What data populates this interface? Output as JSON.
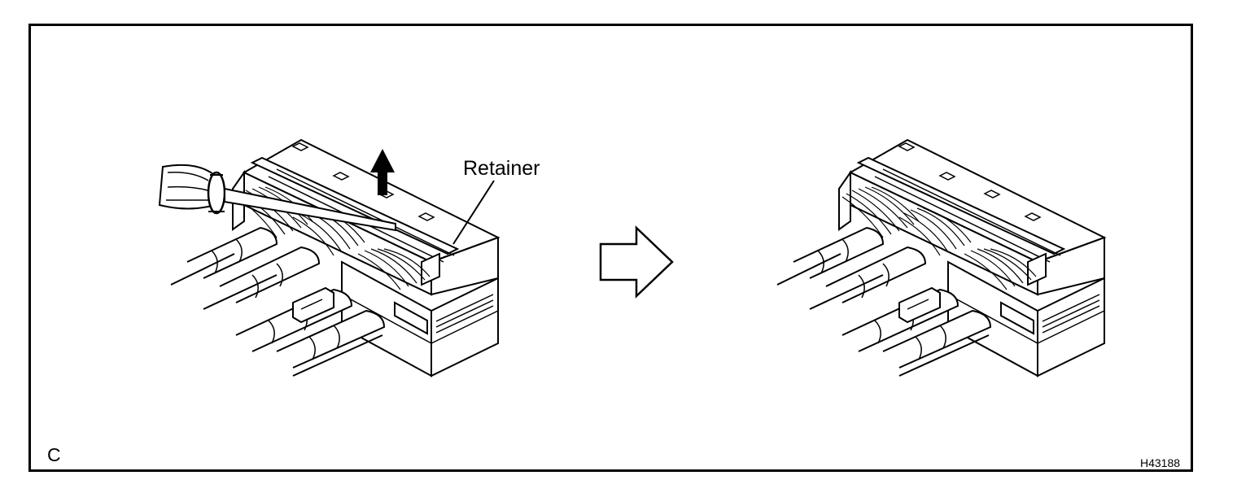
{
  "figure": {
    "callout": "Retainer",
    "panel_letter": "C",
    "figure_code": "H43188"
  },
  "colors": {
    "line": "#000000",
    "background": "#ffffff"
  },
  "icons": {
    "lift_arrow": "up-arrow-icon",
    "transition_arrow": "right-outline-arrow-icon"
  }
}
